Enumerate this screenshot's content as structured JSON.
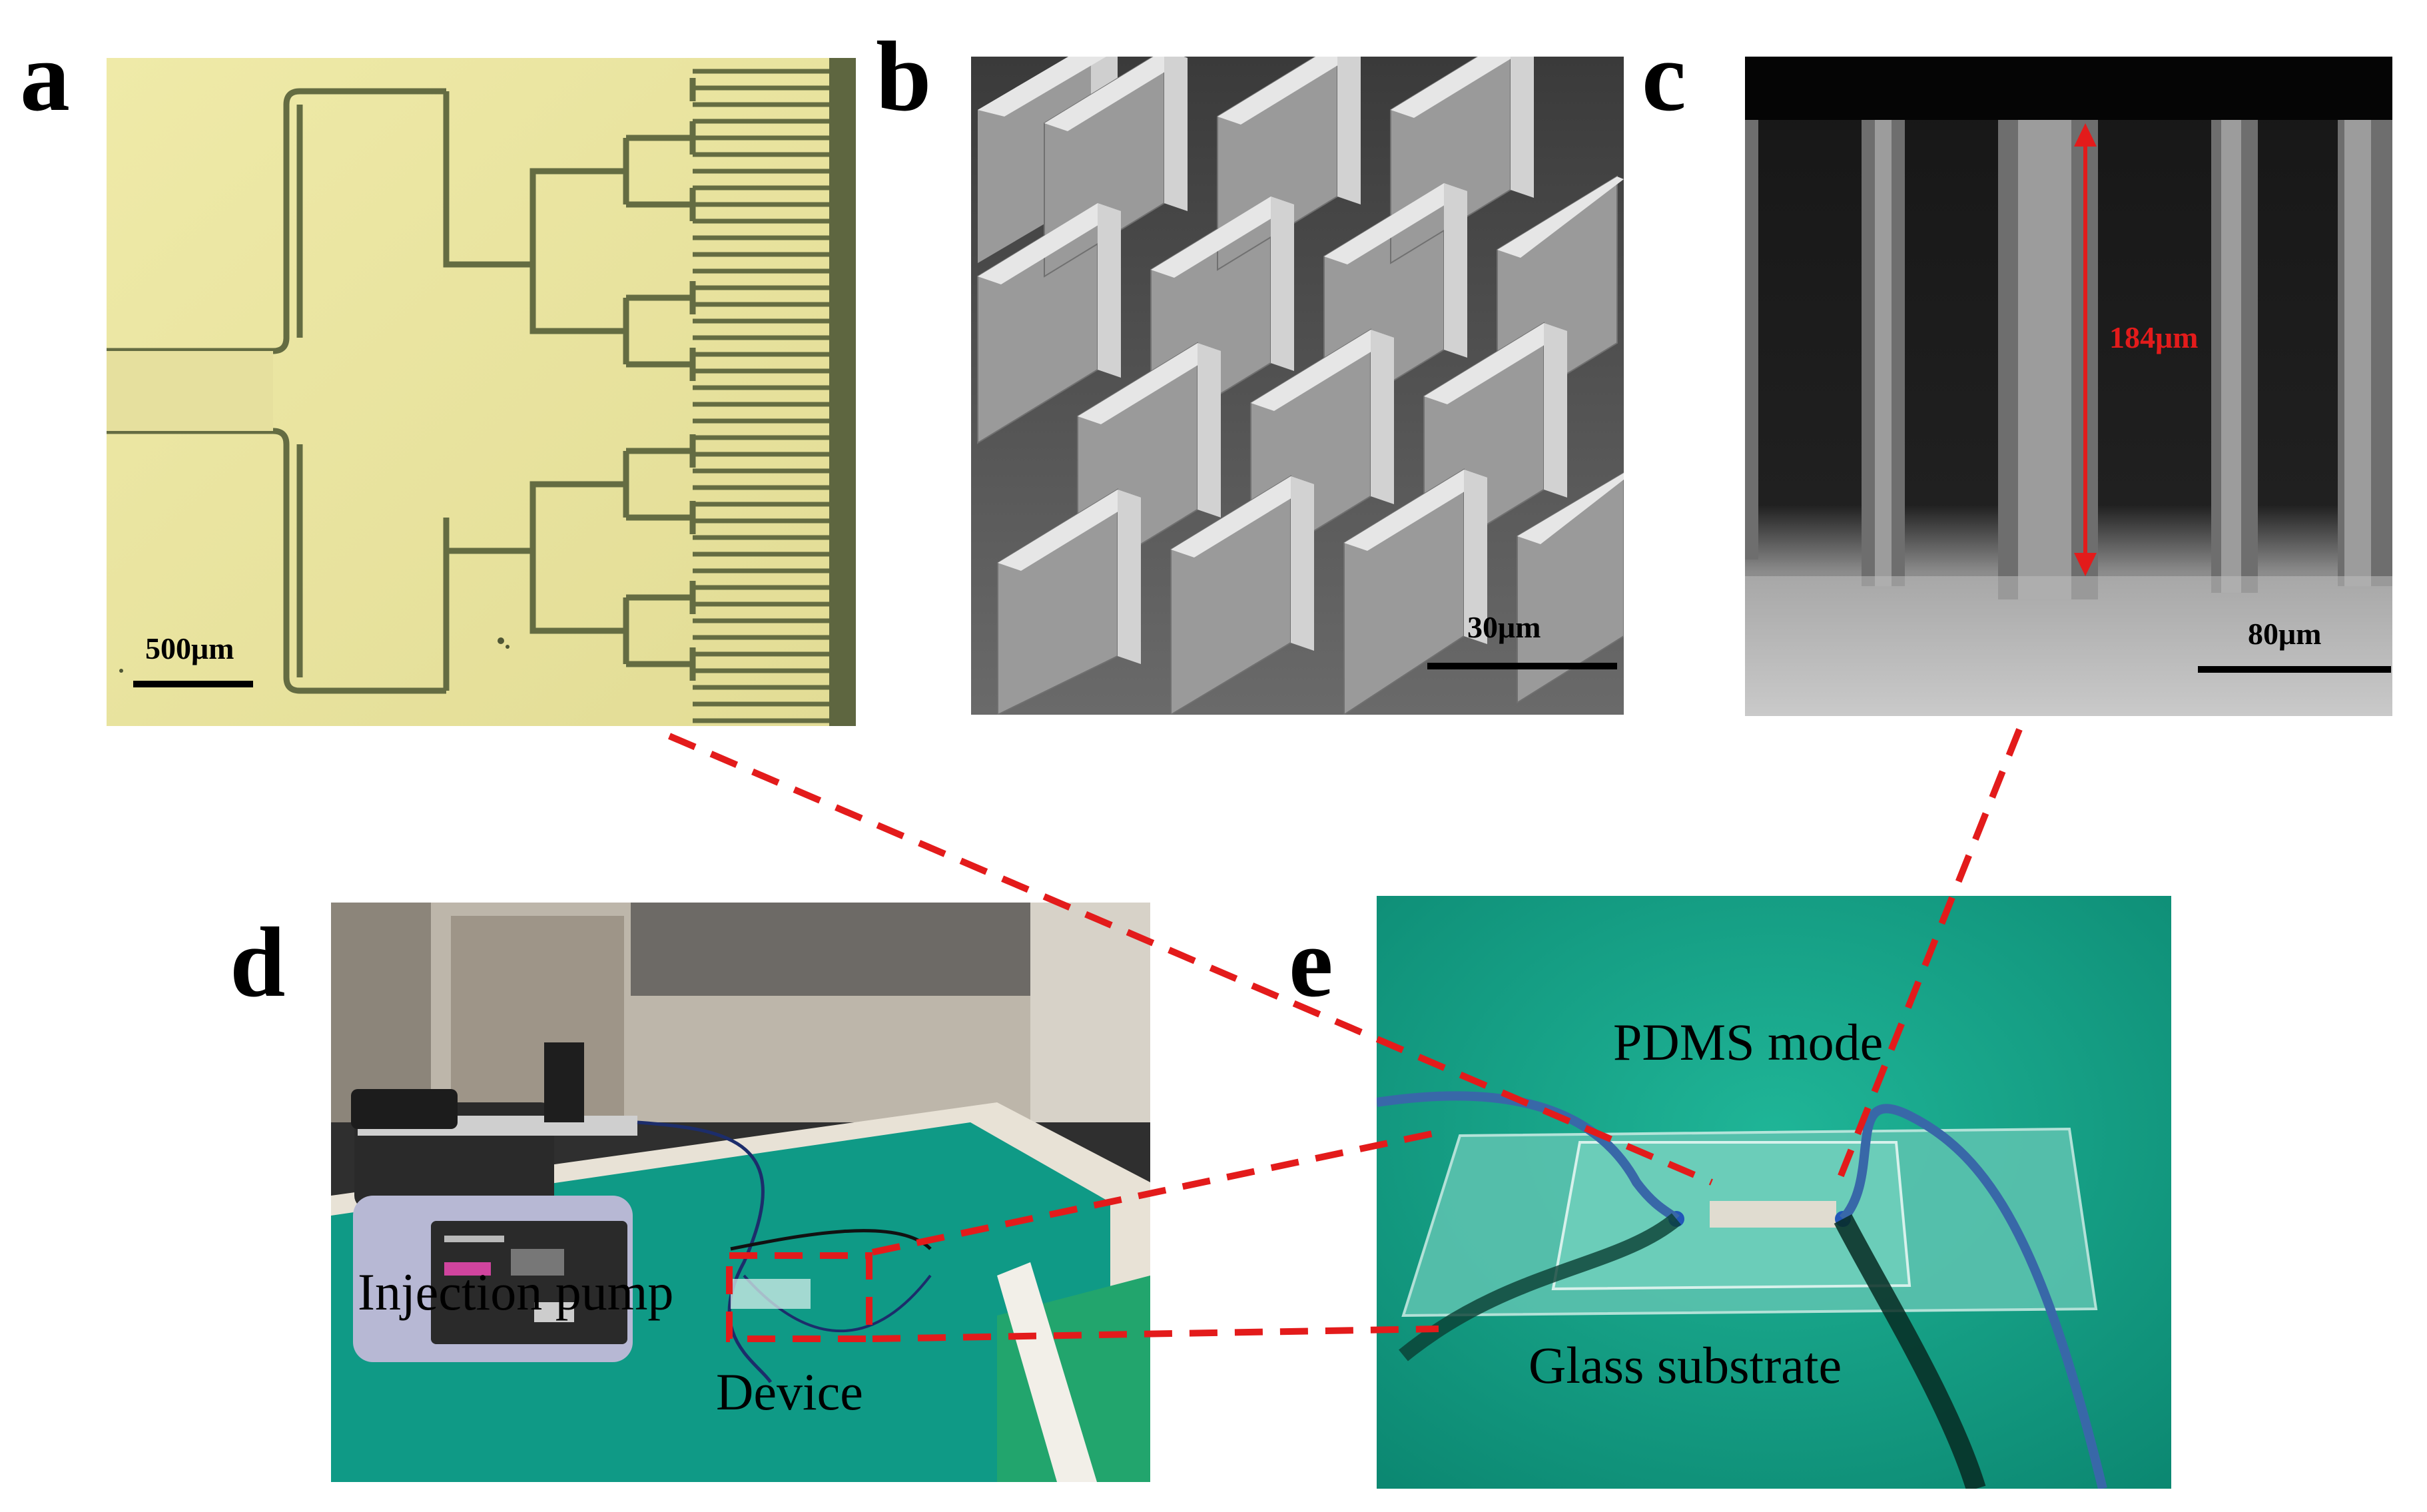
{
  "panels": {
    "a": {
      "letter": "a",
      "scale": "500μm"
    },
    "b": {
      "letter": "b",
      "scale": "30μm"
    },
    "c": {
      "letter": "c",
      "scale": "80μm",
      "measurement": "184μm"
    },
    "d": {
      "letter": "d",
      "label_pump": "Injection pump",
      "label_device": "Device"
    },
    "e": {
      "letter": "e",
      "label_pdms": "PDMS mode",
      "label_glass": "Glass substrate"
    }
  },
  "colors": {
    "connector": "#e31b1b",
    "measurement": "#e31b1b",
    "microscope_bg": "#ebe7a2",
    "channel": "#6f7a4a",
    "teal_mat": "#0f9a86"
  },
  "icons": [
    "microscope-image",
    "sem-image",
    "cross-section-image",
    "lab-setup-photo",
    "device-photo"
  ]
}
